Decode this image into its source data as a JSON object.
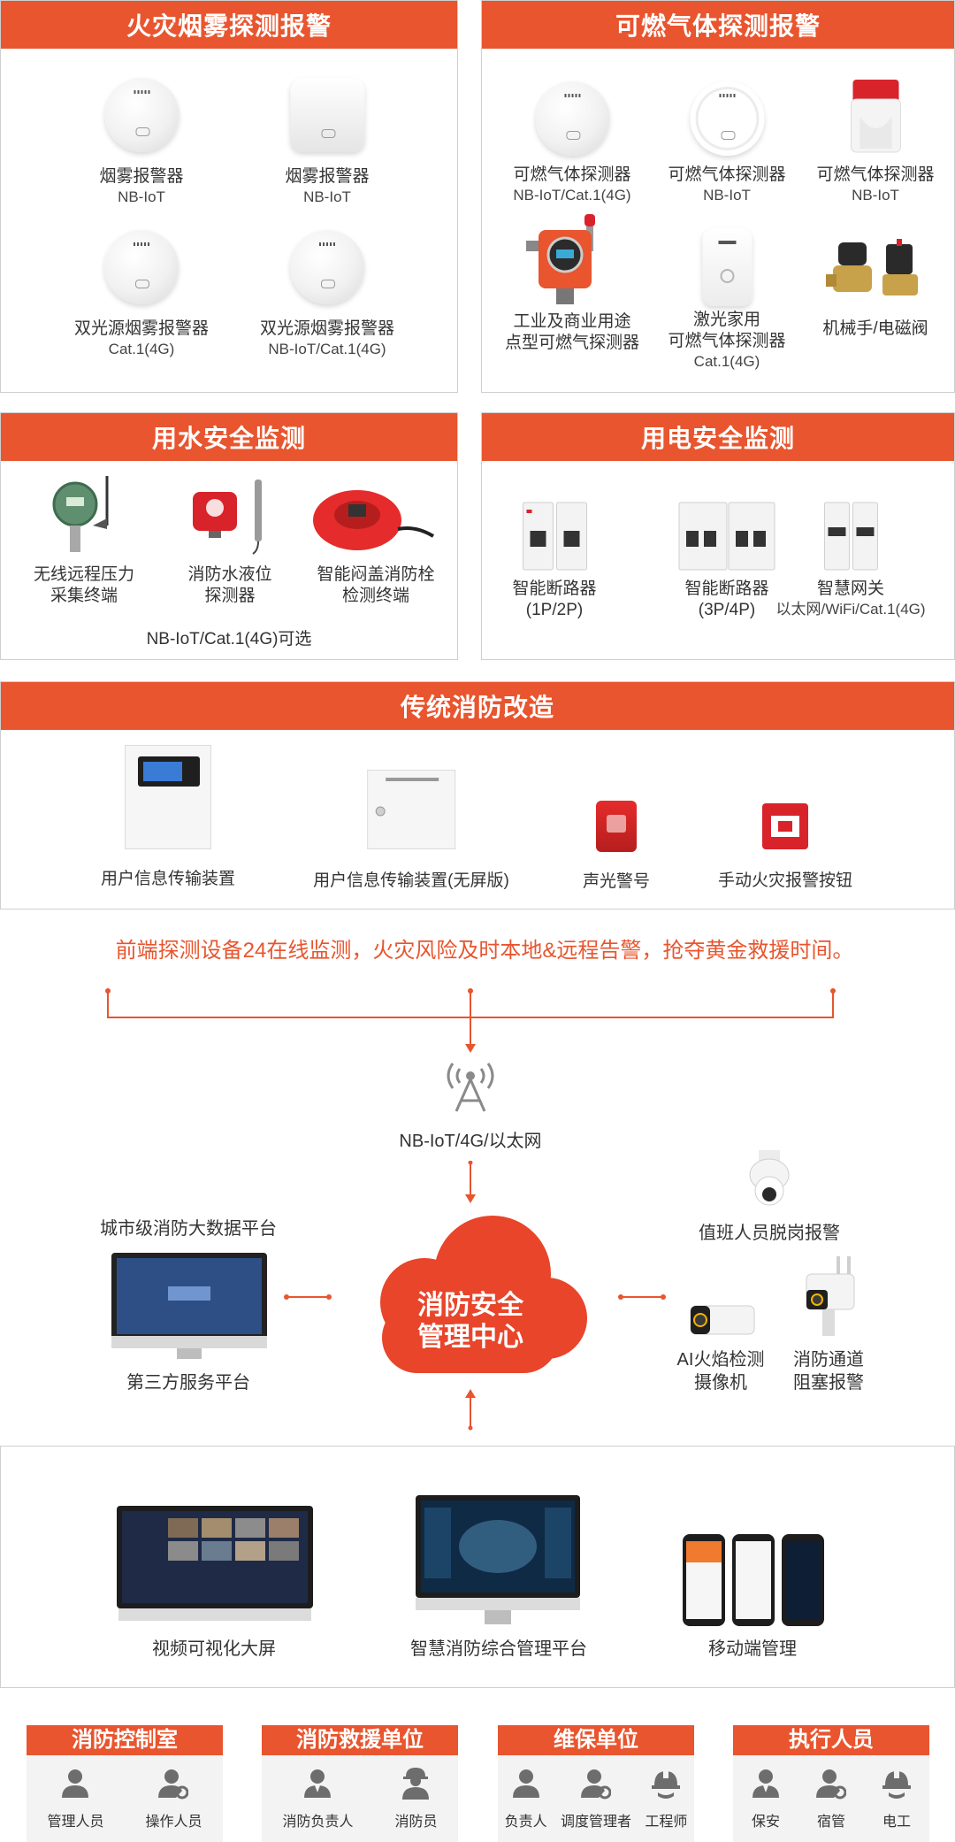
{
  "sections": {
    "smoke": {
      "title": "火灾烟雾探测报警",
      "devices": [
        {
          "name": "烟雾报警器",
          "sub": "NB-IoT"
        },
        {
          "name": "烟雾报警器",
          "sub": "NB-IoT"
        },
        {
          "name": "双光源烟雾报警器",
          "sub": "Cat.1(4G)"
        },
        {
          "name": "双光源烟雾报警器",
          "sub": "NB-IoT/Cat.1(4G)"
        }
      ]
    },
    "gas": {
      "title": "可燃气体探测报警",
      "devices": [
        {
          "name": "可燃气体探测器",
          "sub": "NB-IoT/Cat.1(4G)"
        },
        {
          "name": "可燃气体探测器",
          "sub": "NB-IoT"
        },
        {
          "name": "可燃气体探测器",
          "sub": "NB-IoT"
        },
        {
          "name": "工业及商业用途",
          "sub": "点型可燃气探测器"
        },
        {
          "name": "激光家用",
          "sub": "可燃气体探测器",
          "sub2": "Cat.1(4G)"
        },
        {
          "name": "机械手/电磁阀"
        }
      ]
    },
    "water": {
      "title": "用水安全监测",
      "devices": [
        {
          "name": "无线远程压力",
          "sub": "采集终端"
        },
        {
          "name": "消防水液位",
          "sub": "探测器"
        },
        {
          "name": "智能闷盖消防栓",
          "sub": "检测终端"
        }
      ],
      "footnote": "NB-IoT/Cat.1(4G)可选"
    },
    "electric": {
      "title": "用电安全监测",
      "devices": [
        {
          "name": "智能断路器",
          "sub": "(1P/2P)"
        },
        {
          "name": "智能断路器",
          "sub": "(3P/4P)"
        },
        {
          "name": "智慧网关",
          "sub": "以太网/WiFi/Cat.1(4G)"
        }
      ]
    },
    "traditional": {
      "title": "传统消防改造",
      "devices": [
        {
          "name": "用户信息传输装置"
        },
        {
          "name": "用户信息传输装置(无屏版)"
        },
        {
          "name": "声光警号"
        },
        {
          "name": "手动火灾报警按钮"
        }
      ]
    }
  },
  "topology": {
    "tagline": "前端探测设备24在线监测，火灾风险及时本地&远程告警，抢夺黄金救援时间。",
    "network_label": "NB-IoT/4G/以太网",
    "cloud_text": [
      "消防安全",
      "管理中心"
    ],
    "left_top": "城市级消防大数据平台",
    "left_bottom": "第三方服务平台",
    "right_top": "值班人员脱岗报警",
    "right_ai": [
      "AI火焰检测",
      "摄像机"
    ],
    "right_channel": [
      "消防通道",
      "阻塞报警"
    ]
  },
  "platforms": [
    {
      "label": "视频可视化大屏"
    },
    {
      "label": "智慧消防综合管理平台"
    },
    {
      "label": "移动端管理"
    }
  ],
  "roles": [
    {
      "title": "消防控制室",
      "people": [
        "管理人员",
        "操作人员"
      ]
    },
    {
      "title": "消防救援单位",
      "people": [
        "消防负责人",
        "消防员"
      ]
    },
    {
      "title": "维保单位",
      "people": [
        "负责人",
        "调度管理者",
        "工程师"
      ]
    },
    {
      "title": "执行人员",
      "people": [
        "保安",
        "宿管",
        "电工"
      ]
    }
  ],
  "colors": {
    "orange": "#E8552E",
    "cloud": "#E8452A",
    "border": "#CFCFCF",
    "role_bg": "#F3F3F3"
  }
}
